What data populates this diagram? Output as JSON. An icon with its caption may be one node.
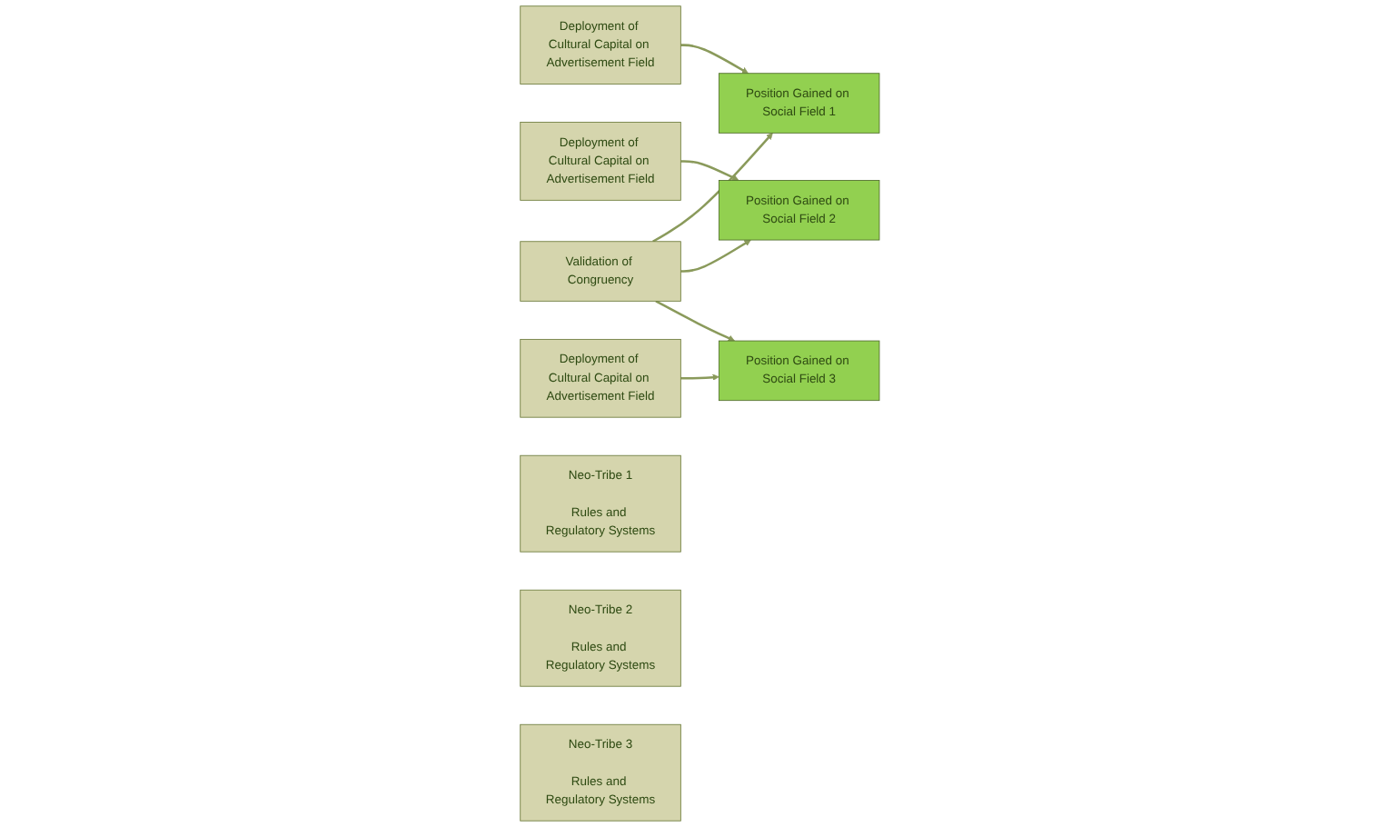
{
  "diagram": {
    "nodes": [
      {
        "text": [
          "Deployment of Cultural Capital on Advertisement Field"
        ]
      },
      {
        "text": [
          "Deployment of Cultural Capital on Advertisement Field"
        ]
      },
      {
        "text": [
          "Deployment of Cultural Capital on Advertisement Field"
        ]
      },
      {
        "text": [
          "Position Gained on Social Field 1"
        ]
      },
      {
        "text": [
          "Position Gained on Social Field 2"
        ]
      },
      {
        "text": [
          "Position Gained on Social Field 3"
        ]
      },
      {
        "text": [
          "Validation of Congruency"
        ]
      },
      {
        "text": [
          "Neo-Tribe 1",
          "Rules and Regulatory Systems"
        ]
      },
      {
        "text": [
          "Neo-Tribe 2",
          "Rules and Regulatory Systems"
        ]
      },
      {
        "text": [
          "Neo-Tribe 3",
          "Rules and Regulatory Systems"
        ]
      }
    ],
    "edges": [
      {
        "from": 0,
        "to": 3,
        "arrow": "to"
      },
      {
        "from": 1,
        "to": 4,
        "arrow": "to"
      },
      {
        "from": 2,
        "to": 5,
        "arrow": "to"
      },
      {
        "from": 6,
        "to": 3,
        "arrow": "to"
      },
      {
        "from": 6,
        "to": 4,
        "arrow": "to"
      },
      {
        "from": 6,
        "to": 5,
        "arrow": "to"
      }
    ]
  }
}
